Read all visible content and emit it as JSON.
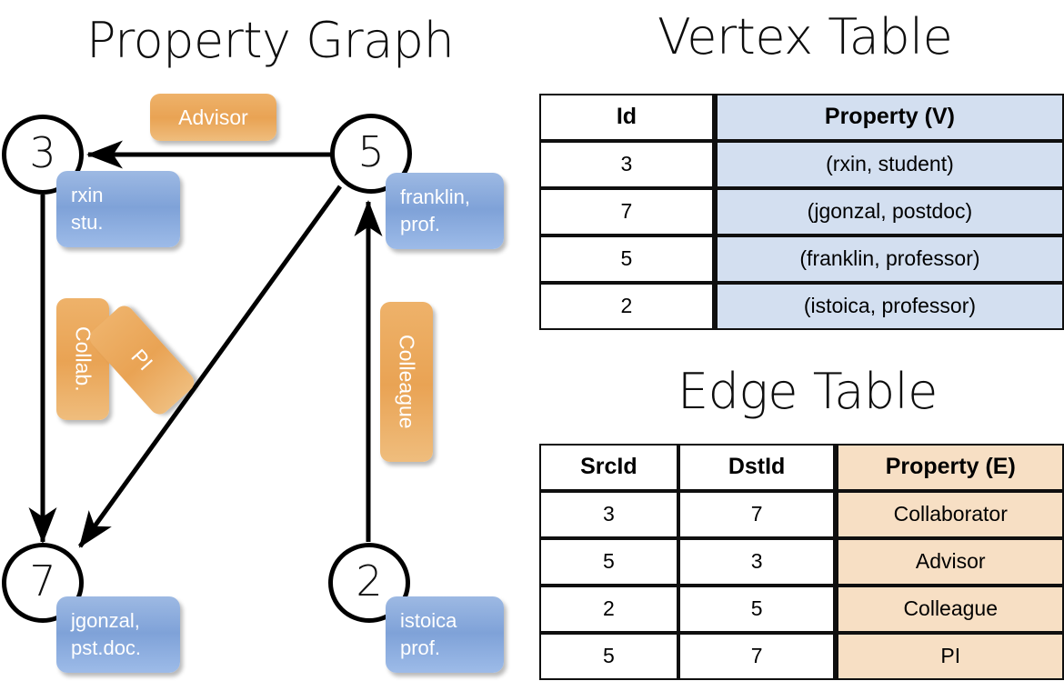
{
  "titles": {
    "property_graph": "Property Graph",
    "vertex_table": "Vertex Table",
    "edge_table": "Edge Table"
  },
  "colors": {
    "vertex_property_fill": "#d3dff0",
    "edge_property_fill": "#f7dfc4",
    "vertex_box_fill": "#7fa2d8",
    "edge_label_fill": "#e9a354",
    "stroke": "#000000"
  },
  "graph": {
    "nodes": [
      {
        "id": "3",
        "property": "rxin\nstu.",
        "prop_line1": "rxin",
        "prop_line2": "stu."
      },
      {
        "id": "5",
        "property": "franklin,\nprof.",
        "prop_line1": "franklin,",
        "prop_line2": "prof."
      },
      {
        "id": "7",
        "property": "jgonzal,\npst.doc.",
        "prop_line1": "jgonzal,",
        "prop_line2": "pst.doc."
      },
      {
        "id": "2",
        "property": "istoica\nprof.",
        "prop_line1": "istoica",
        "prop_line2": "prof."
      }
    ],
    "edge_labels": [
      {
        "name": "advisor",
        "text": "Advisor",
        "orientation": "horizontal"
      },
      {
        "name": "collab",
        "text": "Collab.",
        "orientation": "vertical"
      },
      {
        "name": "pi",
        "text": "PI",
        "orientation": "vertical-rotated"
      },
      {
        "name": "colleague",
        "text": "Colleague",
        "orientation": "vertical"
      }
    ],
    "edges": [
      {
        "src": "5",
        "dst": "3",
        "label": "Advisor"
      },
      {
        "src": "3",
        "dst": "7",
        "label": "Collab."
      },
      {
        "src": "5",
        "dst": "7",
        "label": "PI"
      },
      {
        "src": "2",
        "dst": "5",
        "label": "Colleague"
      }
    ]
  },
  "vertex_table": {
    "headers": [
      "Id",
      "Property (V)"
    ],
    "rows": [
      {
        "id": "3",
        "property": "(rxin, student)"
      },
      {
        "id": "7",
        "property": "(jgonzal, postdoc)"
      },
      {
        "id": "5",
        "property": "(franklin, professor)"
      },
      {
        "id": "2",
        "property": "(istoica, professor)"
      }
    ]
  },
  "edge_table": {
    "headers": [
      "SrcId",
      "DstId",
      "Property (E)"
    ],
    "rows": [
      {
        "src": "3",
        "dst": "7",
        "property": "Collaborator"
      },
      {
        "src": "5",
        "dst": "3",
        "property": "Advisor"
      },
      {
        "src": "2",
        "dst": "5",
        "property": "Colleague"
      },
      {
        "src": "5",
        "dst": "7",
        "property": "PI"
      }
    ]
  }
}
